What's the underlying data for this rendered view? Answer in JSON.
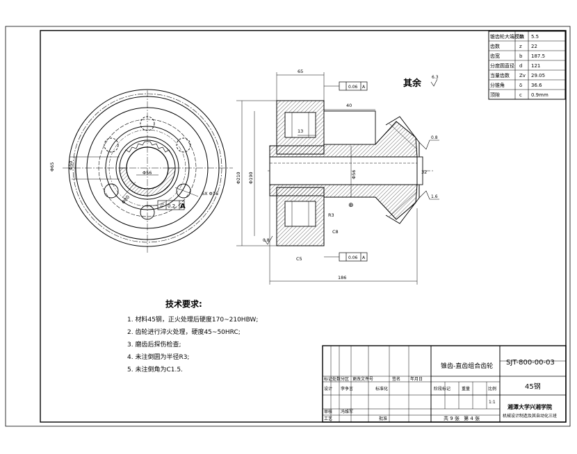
{
  "params_table": [
    {
      "name": "锥齿轮大端模数",
      "sym": "m",
      "val": "5.5"
    },
    {
      "name": "齿数",
      "sym": "z",
      "val": "22"
    },
    {
      "name": "齿宽",
      "sym": "b",
      "val": "187.5"
    },
    {
      "name": "分度圆直径",
      "sym": "d",
      "val": "121"
    },
    {
      "name": "当量齿数",
      "sym": "Zv",
      "val": "29.05"
    },
    {
      "name": "分锥角",
      "sym": "δ",
      "val": "36.6"
    },
    {
      "name": "顶隙",
      "sym": "c",
      "val": "0.9mm"
    }
  ],
  "remaining_roughness": {
    "label": "其余",
    "value": "6.3"
  },
  "dims": {
    "d_top": "65",
    "d_40": "40",
    "d_13": "13",
    "d_186": "186",
    "d_phi_a": "Φ210",
    "d_phi_b": "Φ190",
    "d_phi_hub": "Φ80",
    "d_phi_bore": "Φ56",
    "d_left_keyway": "Φ65",
    "d_left_phi": "Φ50",
    "d_6x": "6X Φ16",
    "d_c8": "C8",
    "d_c5": "C5",
    "d_r": "R3",
    "d_32": "32",
    "d_tol": "0.06",
    "d_08": "0.8",
    "d_16": "1.6",
    "tol_frame": "0.2",
    "datum": "A",
    "sym_plus": "⊕"
  },
  "tech": {
    "title": "技术要求:",
    "items": [
      "1. 材料45钢，正火处理后硬度170~210HBW;",
      "2. 齿轮进行淬火处理，硬度45~50HRC;",
      "3. 磨齿后探伤检查;",
      "4. 未注倒圆为半径R3;",
      "5. 未注倒角为C1.5."
    ]
  },
  "title_block": {
    "part_name": "锥齿-直齿组合齿轮",
    "drawing_no": "SJT-800-00-03",
    "material": "45钢",
    "school": "湘潭大学兴湘学院",
    "project": "机械设计制造及其自动化三班",
    "row_labels": [
      "标记",
      "处数",
      "分区",
      "更改文件号",
      "签名",
      "年月日"
    ],
    "design_label": "设计",
    "designer": "李争言",
    "std_label": "标准化",
    "stage_labels": [
      "阶段标记",
      "重量",
      "比例"
    ],
    "scale": "1:1",
    "review_label": "审核",
    "reviewer": "冯维军",
    "process_label": "工艺",
    "approve_label": "批准",
    "sheets_total_label": "共",
    "sheets_total": "9",
    "sheets_word": "张",
    "sheet_no_label": "第",
    "sheet_no": "4",
    "sheet_no_word": "张"
  }
}
